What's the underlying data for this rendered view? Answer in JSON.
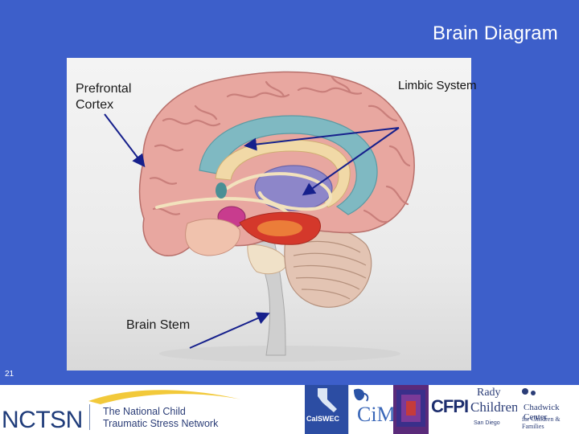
{
  "slide": {
    "title": "Brain Diagram",
    "page_number": "21"
  },
  "diagram": {
    "labels": {
      "prefrontal_line1": "Prefrontal",
      "prefrontal_line2": "Cortex",
      "limbic": "Limbic System",
      "stem": "Brain Stem"
    },
    "colors": {
      "background": "#3d5fca",
      "cortex": "#e8a7a0",
      "cortex_fold": "#c97f7b",
      "limbic_teal": "#7fb9c2",
      "corpus_callosum": "#f1d9a7",
      "thalamus": "#8d86c9",
      "amygdala": "#c83c8e",
      "hypothalamus": "#d4382b",
      "cerebellum": "#e3c4b3",
      "brain_stem": "#cfcfcf",
      "arrow": "#16208c"
    }
  },
  "footer": {
    "nctsn_short": "NCTSN",
    "nctsn_name_line1": "The National Child",
    "nctsn_name_line2": "Traumatic Stress Network",
    "calswec": "CalSWEC",
    "cimh": "CiMH",
    "cfpic": "CFPIC",
    "rady_line1": "Rady",
    "rady_line2": "Children's",
    "rady_line3": "San Diego",
    "chadwick_line1": "Chadwick Center",
    "chadwick_line2": "for Children & Families"
  }
}
